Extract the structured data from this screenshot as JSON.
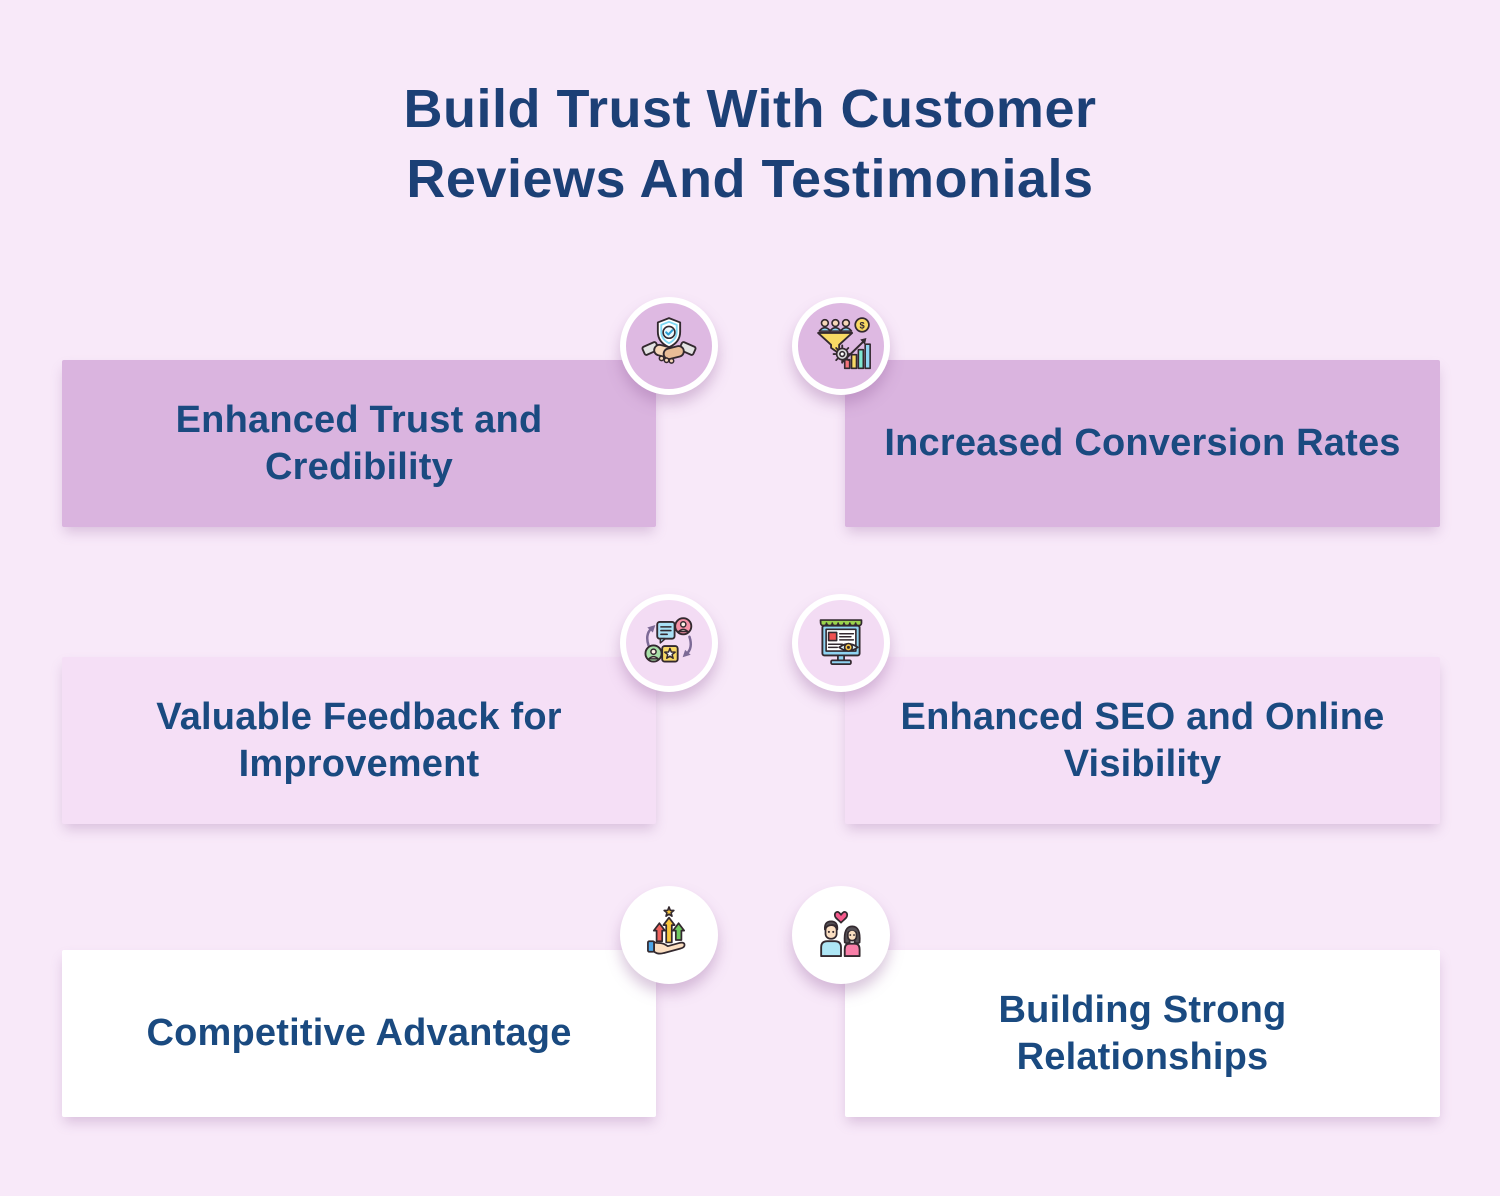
{
  "title": {
    "line1": "Build Trust With Customer",
    "line2": "Reviews And Testimonials"
  },
  "cards": [
    {
      "label": "Enhanced Trust and Credibility",
      "icon": "handshake-shield-icon"
    },
    {
      "label": "Increased Conversion Rates",
      "icon": "conversion-funnel-icon"
    },
    {
      "label": "Valuable Feedback for Improvement",
      "icon": "feedback-exchange-icon"
    },
    {
      "label": "Enhanced SEO and Online Visibility",
      "icon": "storefront-visibility-icon"
    },
    {
      "label": "Competitive Advantage",
      "icon": "growth-arrows-hand-icon"
    },
    {
      "label": "Building Strong Relationships",
      "icon": "couple-heart-icon"
    }
  ],
  "icons": {
    "dollar_symbol": "$"
  },
  "colors": {
    "background": "#f8e9f9",
    "card_row1": "#dab4df",
    "card_row2": "#f5dff6",
    "card_row3": "#ffffff",
    "badge_row1": "#deb9e2",
    "badge_row2": "#f3dcf4",
    "badge_row3": "#ffffff",
    "title_text": "#1c4076",
    "card_text": "#1a4a80"
  }
}
